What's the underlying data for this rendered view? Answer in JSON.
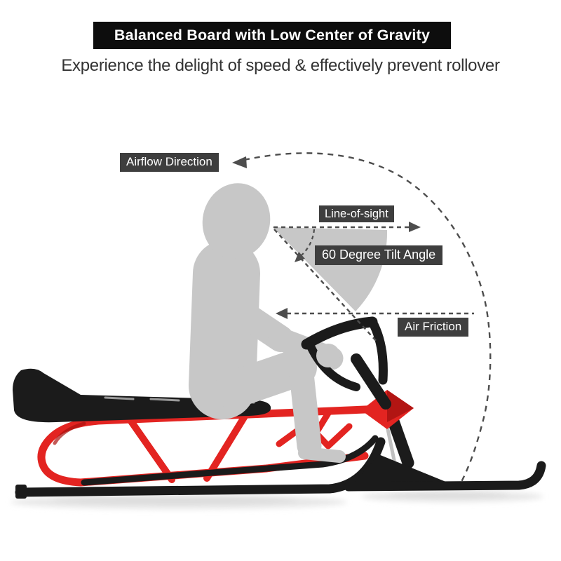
{
  "header": {
    "title": "Balanced Board with Low Center of Gravity",
    "subtitle": "Experience the delight of speed & effectively prevent rollover"
  },
  "annotations": {
    "airflow": "Airflow Direction",
    "line_of_sight": "Line-of-sight",
    "tilt_angle": "60 Degree Tilt Angle",
    "air_friction": "Air Friction"
  },
  "colors": {
    "banner_bg": "#0d0d0d",
    "banner_text": "#ffffff",
    "subtitle_text": "#333333",
    "label_bg": "#3e3e3e",
    "label_text": "#ffffff",
    "annotation_line": "#4d4d4d",
    "silhouette": "#c7c7c7",
    "sled_red": "#e32421",
    "sled_red_dark": "#a91310",
    "sled_black": "#1b1b1b",
    "chrome": "#c0c0c0",
    "shadow": "#e7e7e7",
    "seat_glint": "#9a9a9a"
  }
}
